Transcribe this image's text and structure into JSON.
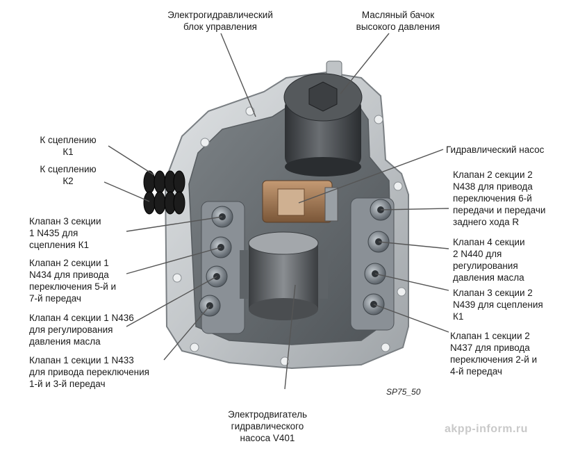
{
  "figure": {
    "ref_code": "SP75_50",
    "watermark": "akpp-inform.ru"
  },
  "labels": {
    "control_unit": "Электрогидравлический\nблок управления",
    "oil_tank": "Масляный бачок\nвысокого давления",
    "clutch_k1": "К сцеплению\nК1",
    "clutch_k2": "К сцеплению\nК2",
    "hydraulic_pump": "Гидравлический насос",
    "valve_2_n438": "Клапан 2 секции 2\nN438 для привода\nпереключения 6-й\nпередачи и передачи\nзаднего хода R",
    "valve_3_n435": "Клапан 3 секции\n1 N435 для\nсцепления К1",
    "valve_4_n440": "Клапан 4 секции\n2 N440 для\nрегулирования\nдавления масла",
    "valve_2_n434": "Клапан 2 секции 1\nN434 для привода\nпереключения 5-й и\n7-й передач",
    "valve_3_n439": "Клапан 3 секции 2\nN439 для сцепления\nК1",
    "valve_4_n436": "Клапан 4 секции 1 N436\nдля регулирования\nдавления масла",
    "valve_1_n437": "Клапан 1 секции 2\nN437 для привода\nпереключения 2-й и\n4-й передач",
    "valve_1_n433": "Клапан 1 секции 1 N433\nдля привода переключения\n1-й и 3-й передач",
    "pump_motor": "Электродвигатель\nгидравлического\nнасоса V401"
  },
  "colors": {
    "housing": "#bfc3c6",
    "housing_dark": "#6f7478",
    "valve_body": "#8f959a",
    "solenoid": "#9aa4ad",
    "pump_copper": "#a07a5a",
    "tank": "#4a4d50",
    "seals": "#1c1c1c",
    "leader": "#555555"
  }
}
